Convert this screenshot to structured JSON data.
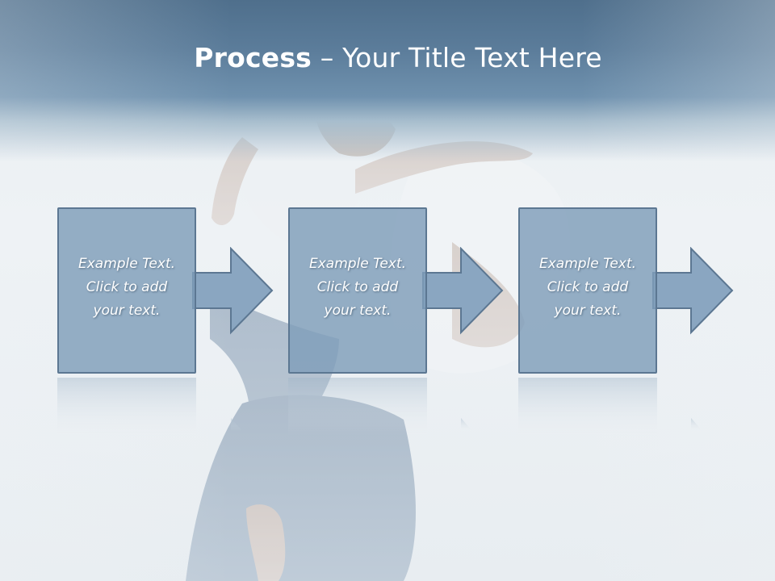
{
  "slide": {
    "title_bold": "Process",
    "title_rest": " – Your Title Text Here"
  },
  "steps": [
    {
      "text": "Example Text.\nClick  to add\nyour text."
    },
    {
      "text": "Example Text.\nClick  to add\nyour text."
    },
    {
      "text": "Example Text.\nClick  to add\nyour text."
    }
  ],
  "colors": {
    "title_band": "#5b7c9a",
    "box_fill": "#7f9dba",
    "box_border": "#5c7792",
    "arrow_fill": "#8aa6c1",
    "text": "#ffffff"
  }
}
